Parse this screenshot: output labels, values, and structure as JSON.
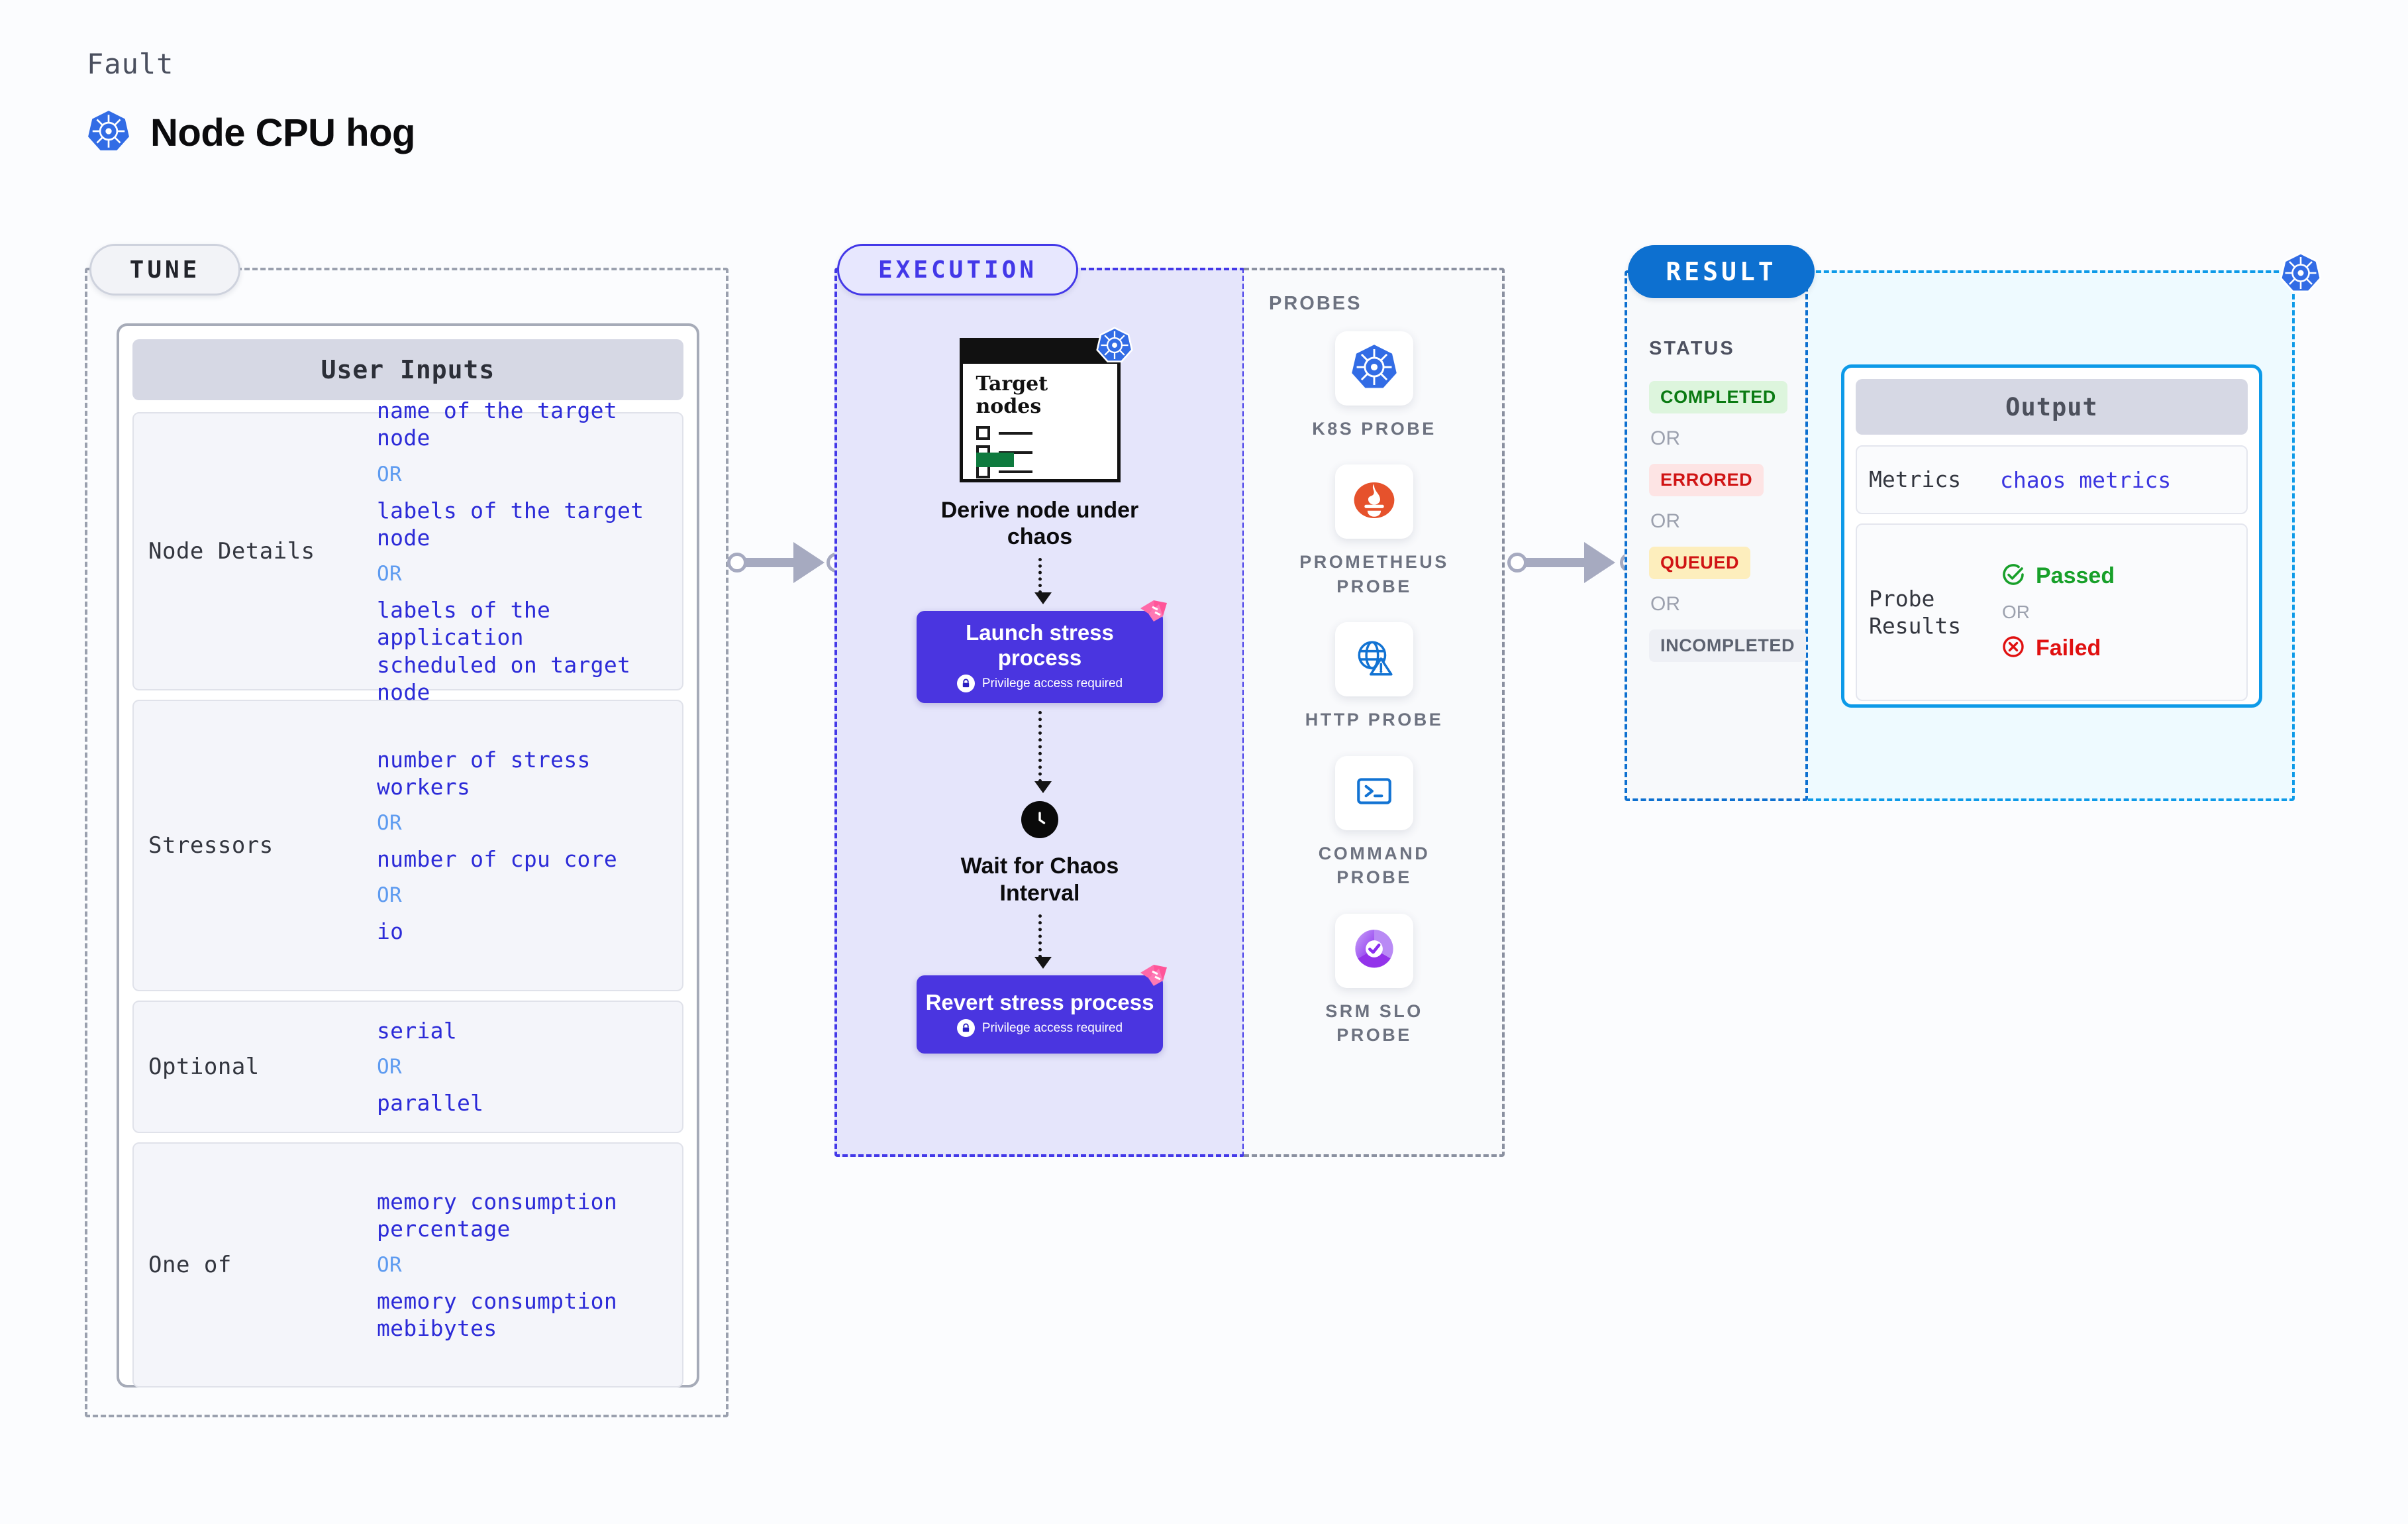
{
  "header": {
    "eyebrow": "Fault",
    "title": "Node CPU hog",
    "icon": "kubernetes-icon"
  },
  "panels": {
    "tune": {
      "label": "TUNE"
    },
    "execution": {
      "label": "EXECUTION"
    },
    "probes": {
      "label": "PROBES"
    },
    "result": {
      "label": "RESULT"
    }
  },
  "tune": {
    "card_title": "User Inputs",
    "rows": [
      {
        "label": "Node Details",
        "values": [
          "name of the target node",
          "labels of the target node",
          "labels of the application\n scheduled on target node"
        ],
        "or": "OR"
      },
      {
        "label": "Stressors",
        "values": [
          "number of stress workers",
          "number of cpu core",
          "io"
        ],
        "or": "OR"
      },
      {
        "label": "Optional",
        "values": [
          "serial",
          "parallel"
        ],
        "or": "OR"
      },
      {
        "label": "One of",
        "values": [
          "memory consumption percentage",
          "memory consumption mebibytes"
        ],
        "or": "OR"
      }
    ]
  },
  "execution": {
    "target_card": {
      "title": "Target nodes",
      "icon": "kubernetes-icon"
    },
    "steps": [
      {
        "caption": "Derive node under chaos"
      },
      {
        "title": "Launch stress process",
        "sub": "Privilege access required",
        "lock": "lock-icon",
        "badge": "harness-logo-icon"
      },
      {
        "caption": "Wait for Chaos Interval",
        "icon": "clock-icon"
      },
      {
        "title": "Revert stress process",
        "sub": "Privilege access required",
        "lock": "lock-icon",
        "badge": "harness-logo-icon"
      }
    ]
  },
  "probes": [
    {
      "name": "K8S PROBE",
      "icon": "kubernetes-icon"
    },
    {
      "name": "PROMETHEUS PROBE",
      "icon": "prometheus-icon"
    },
    {
      "name": "HTTP PROBE",
      "icon": "globe-warning-icon"
    },
    {
      "name": "COMMAND PROBE",
      "icon": "terminal-icon"
    },
    {
      "name": "SRM SLO PROBE",
      "icon": "slo-donut-check-icon"
    }
  ],
  "result": {
    "status_label": "STATUS",
    "or": "OR",
    "statuses": [
      {
        "label": "COMPLETED",
        "tone": "success"
      },
      {
        "label": "ERRORED",
        "tone": "error"
      },
      {
        "label": "QUEUED",
        "tone": "warning"
      },
      {
        "label": "INCOMPLETED",
        "tone": "neutral"
      }
    ]
  },
  "output": {
    "card_title": "Output",
    "metrics_label": "Metrics",
    "metrics_value": "chaos metrics",
    "probe_label": "Probe Results",
    "passed": "Passed",
    "failed": "Failed",
    "or": "OR"
  },
  "colors": {
    "accent_blue": "#0d70d0",
    "exec_purple": "#4338e8",
    "proc_purple": "#4a35e0",
    "k8s_blue": "#326ce5",
    "harness_pink": "#ff68a8",
    "success_green": "#18a02a",
    "error_red": "#e01010",
    "warning_amber": "#fdeebd",
    "mono_text": "#2c2bd8"
  }
}
